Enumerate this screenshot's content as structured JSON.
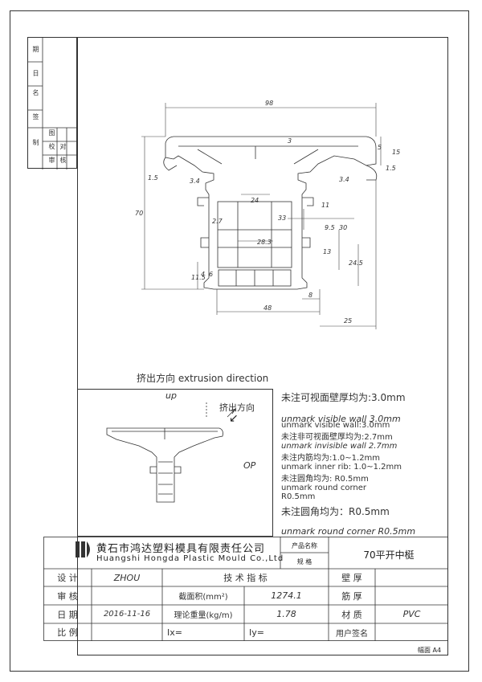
{
  "margin_block": {
    "labels": [
      "期",
      "日",
      "名",
      "签",
      "制",
      "图",
      "校",
      "对",
      "审",
      "核"
    ]
  },
  "drawing": {
    "dimensions": {
      "overall_width": "98",
      "top_right_height": "15",
      "top_right_small": "5",
      "top_mid": "3",
      "left_small": "1.5",
      "left_3_4": "3.4",
      "right_3_4": "3.4",
      "right_1_5": "1.5",
      "overall_height": "70",
      "inner_24": "24",
      "inner_33": "33",
      "inner_11": "11",
      "inner_2_7": "2.7",
      "inner_28_3": "28.3",
      "inner_9_5": "9.5",
      "inner_30": "30",
      "inner_13": "13",
      "inner_24_5": "24.5",
      "left_11_5": "11.5",
      "left_4": "4",
      "left_6": "6",
      "bottom_8": "8",
      "bottom_48": "48",
      "bottom_25": "25"
    }
  },
  "extrusion": {
    "title": "挤出方向 extrusion direction",
    "up_label": "up",
    "arrow_label": "挤出方向",
    "op_label": "OP"
  },
  "notes": {
    "line1": "未注可视面壁厚均为:3.0mm",
    "line2": "unmark visible wall 3.0mm",
    "line3": "unmark visible wall:3.0mm",
    "line4": "未注非可视面壁厚均为:2.7mm",
    "line5": "unmark invisible wall 2.7mm",
    "line6": "未注内筋均为:1.0~1.2mm",
    "line7": "unmark inner rib: 1.0~1.2mm",
    "line8": "未注圆角均为: R0.5mm",
    "line9": "unmark round corner",
    "line10": "R0.5mm",
    "line11": "未注圆角均为：R0.5mm",
    "line12": "unmark round corner R0.5mm"
  },
  "title_block": {
    "company_cn": "黄石市鸿达塑料模具有限责任公司",
    "company_en": "Huangshi Hongda Plastic Mould Co.,Ltd",
    "product_name_label": "产品名称",
    "spec_label": "规  格",
    "product_name": "70平开中梃",
    "design_label": "设  计",
    "design_value": "ZHOU",
    "tech_label": "技 术 指 标",
    "wall_label": "壁  厚",
    "review_label": "审  核",
    "area_label": "截面积(mm²)",
    "area_value": "1274.1",
    "rib_label": "筋  厚",
    "date_label": "日  期",
    "date_value": "2016-11-16",
    "weight_label": "理论重量(kg/m)",
    "weight_value": "1.78",
    "material_label": "材  质",
    "material_value": "PVC",
    "scale_label": "比  例",
    "ix_label": "Ix=",
    "iy_label": "Iy=",
    "sign_label": "用户签名"
  },
  "paper_size": "幅面 A4"
}
